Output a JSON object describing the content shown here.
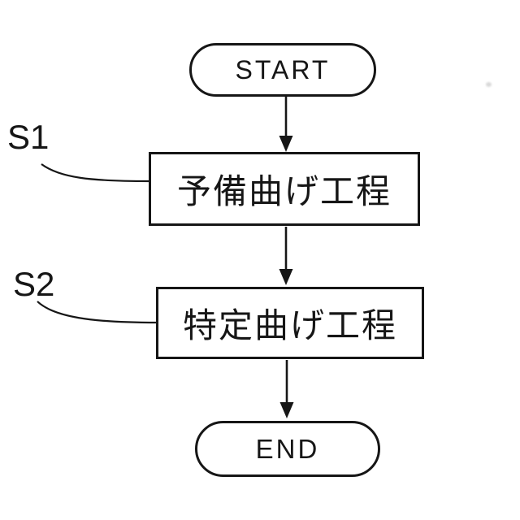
{
  "diagram": {
    "type": "flowchart",
    "colors": {
      "line": "#161616",
      "background": "#ffffff",
      "node_fill": "#ffffff"
    },
    "nodes": {
      "start": {
        "label": "START"
      },
      "step1": {
        "id": "S1",
        "label": "予備曲げ工程"
      },
      "step2": {
        "id": "S2",
        "label": "特定曲げ工程"
      },
      "end": {
        "label": "END"
      }
    },
    "flow": [
      "START",
      "予備曲げ工程",
      "特定曲げ工程",
      "END"
    ]
  }
}
